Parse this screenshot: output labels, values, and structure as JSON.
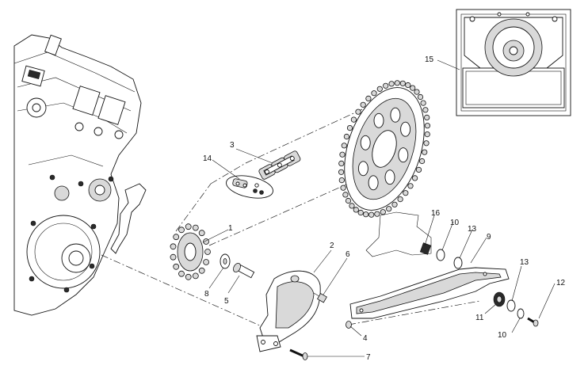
{
  "callouts": {
    "c1": "1",
    "c2": "2",
    "c3": "3",
    "c4": "4",
    "c5": "5",
    "c6": "6",
    "c7": "7",
    "c8": "8",
    "c9": "9",
    "c10a": "10",
    "c10b": "10",
    "c11": "11",
    "c12": "12",
    "c13a": "13",
    "c13b": "13",
    "c14": "14",
    "c15": "15",
    "c16": "16"
  },
  "colors": {
    "line": "#111111",
    "shade": "#d9d9d9",
    "dark": "#2a2a2a",
    "background": "#ffffff"
  }
}
